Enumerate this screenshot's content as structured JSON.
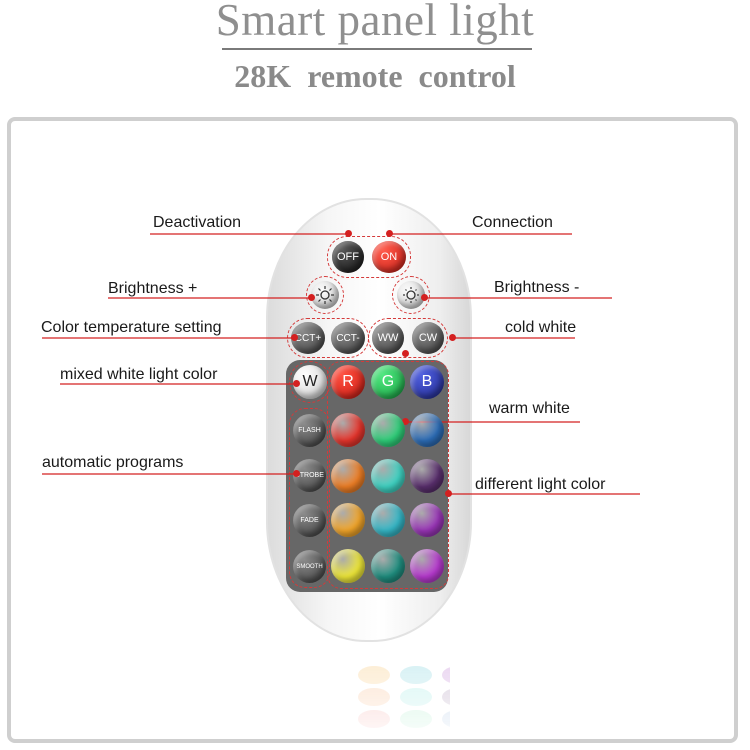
{
  "header": {
    "title": "Smart panel light",
    "subtitle": "28K remote control"
  },
  "remote": {
    "buttons": {
      "off": "OFF",
      "on": "ON",
      "brightness_up_icon": "sun-plus-icon",
      "brightness_down_icon": "sun-minus-icon",
      "cct_plus": "CCT+",
      "cct_minus": "CCT-",
      "ww": "WW",
      "cw": "CW",
      "w": "W",
      "r": "R",
      "g": "G",
      "b": "B",
      "flash": "FLASH",
      "strobe": "STROBE",
      "fade": "FADE",
      "smooth": "SMOOTH"
    },
    "color_grid": [
      [
        "#e8352c",
        "#2fd07a",
        "#2c6db8"
      ],
      [
        "#f07f25",
        "#3fd4c4",
        "#5a2f6e"
      ],
      [
        "#f3a62a",
        "#35b8c8",
        "#9a35b8"
      ],
      [
        "#efe838",
        "#1f8f80",
        "#b83ad0"
      ]
    ]
  },
  "annotations": {
    "deactivation": "Deactivation",
    "connection": "Connection",
    "brightness_plus": "Brightness +",
    "brightness_minus": "Brightness -",
    "color_temperature": "Color temperature setting",
    "cold_white": "cold white",
    "mixed_white": "mixed white light color",
    "warm_white": "warm white",
    "automatic_programs": "automatic programs",
    "different_color": "different light color"
  },
  "colors": {
    "accent_red": "#d42020",
    "title_gray": "#8f8f8f",
    "keypad_gray": "#676767"
  }
}
